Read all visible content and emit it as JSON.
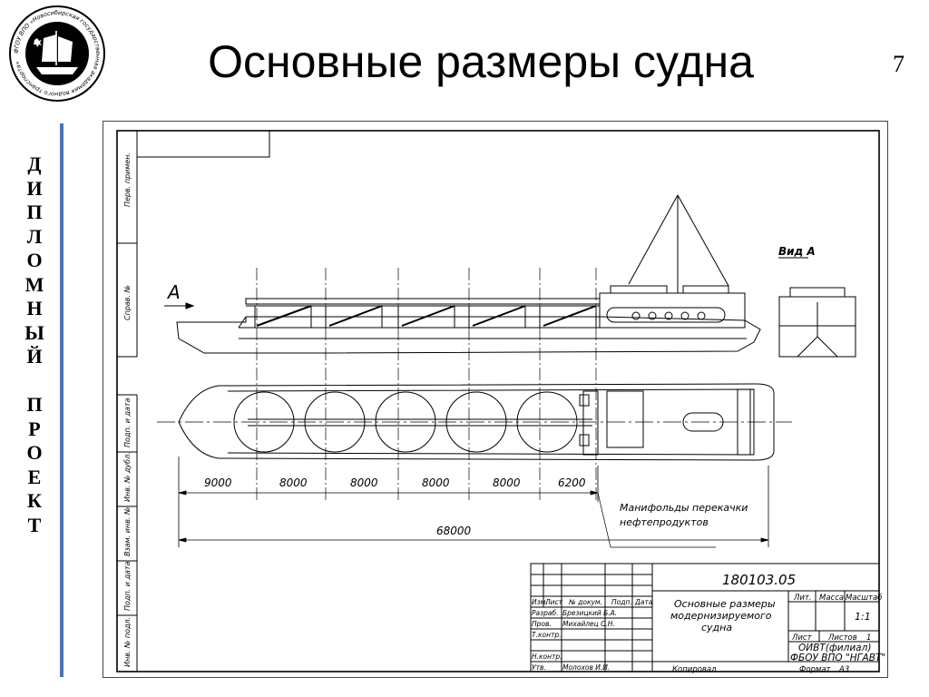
{
  "slide": {
    "title": "Основные размеры судна",
    "number": "7",
    "side_label": "ДИПЛОМНЫЙ ПРОЕКТ",
    "logo": {
      "ring_text": "ФГОУ ВПО «Новосибирская государственная академия водного транспорта»"
    }
  },
  "drawing": {
    "label_arrow": "А",
    "view_label": "Вид А",
    "dimensions": {
      "segments": [
        "9000",
        "8000",
        "8000",
        "8000",
        "8000",
        "6200"
      ],
      "total": "68000"
    },
    "note": {
      "line1": "Манифольды перекачки",
      "line2": "нефтепродуктов"
    },
    "left_strip": [
      "Перв. примен.",
      "Справ. №",
      "Подп. и дата",
      "Инв. № дубл.",
      "Взам. инв. №",
      "Подп. и дата",
      "Инв. № подл."
    ],
    "title_block": {
      "code": "180103.05",
      "name_l1": "Основные размеры",
      "name_l2": "модернизируемого",
      "name_l3": "судна",
      "headers": [
        "Изм.",
        "Лист",
        "№ докум.",
        "Подп.",
        "Дата"
      ],
      "roles": [
        {
          "role": "Разраб.",
          "name": "Брезицкий Б.А."
        },
        {
          "role": "Пров.",
          "name": "Михайлец С.Н."
        },
        {
          "role": "Т.контр.",
          "name": ""
        },
        {
          "role": "Н.контр.",
          "name": ""
        },
        {
          "role": "Утв.",
          "name": "Молохов И.И."
        }
      ],
      "lit": "Лит.",
      "mass": "Масса",
      "scale": "Масштаб",
      "scale_value": "1:1",
      "sheet": "Лист",
      "sheets": "Листов",
      "sheets_value": "1",
      "org_l1": "ОИВТ(филиал)",
      "org_l2": "ФБОУ ВПО \"НГАВТ\"",
      "copied": "Копировал",
      "format": "Формат",
      "format_value": "А3"
    }
  }
}
